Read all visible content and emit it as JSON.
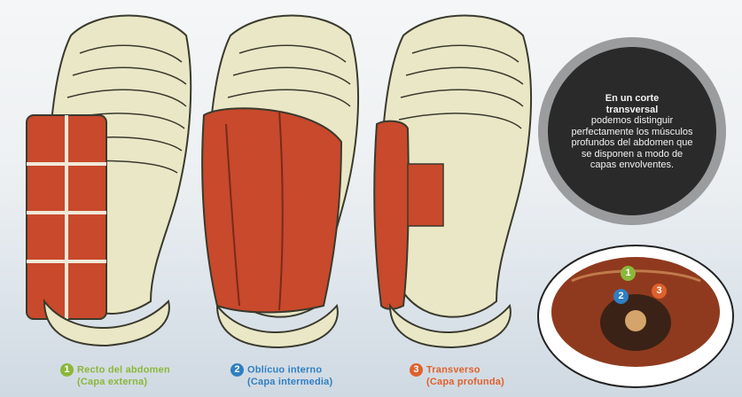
{
  "figures": [
    {
      "number": "1",
      "name": "Recto del abdomen",
      "layer": "(Capa externa)",
      "color": "#8bb73a"
    },
    {
      "number": "2",
      "name": "Oblícuo interno",
      "layer": "(Capa intermedia)",
      "color": "#2f7fc1"
    },
    {
      "number": "3",
      "name": "Transverso",
      "layer": "(Capa profunda)",
      "color": "#e0612c"
    }
  ],
  "info": {
    "title_line1": "En un corte",
    "title_line2": "transversal",
    "body": "podemos distinguir perfectamente los músculos profundos del abdomen que se disponen a modo de capas envolventes."
  },
  "colors": {
    "muscle": "#c8492b",
    "bone": "#eae7c6",
    "bone_outline": "#3a3a2e",
    "info_bg": "#2a2a2a"
  }
}
